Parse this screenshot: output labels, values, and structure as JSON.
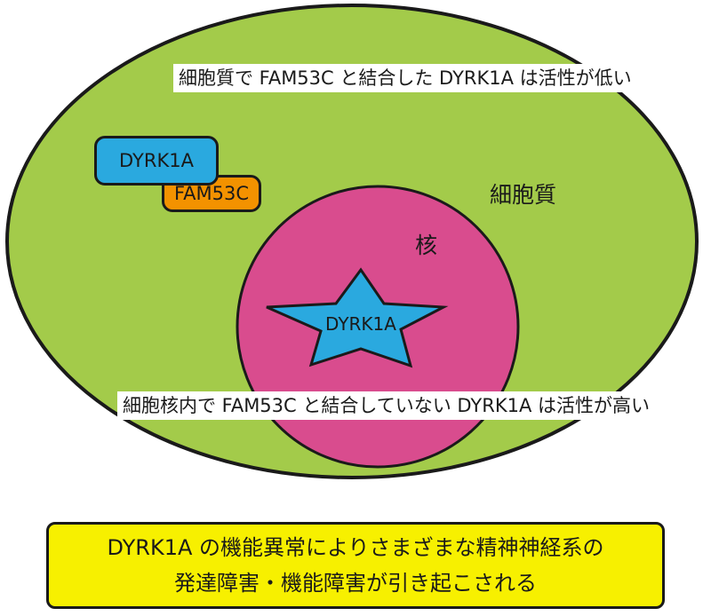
{
  "colors": {
    "cytoplasm": "#a3cb4a",
    "nucleus": "#d94c8e",
    "dyrk1a": "#2aa9df",
    "fam53c": "#f39200",
    "summary_bg": "#f7f000",
    "outline": "#1a1a1a"
  },
  "cytoplasm": {
    "region_label": "細胞質",
    "complex": {
      "dyrk1a_label": "DYRK1A",
      "fam53c_label": "FAM53C"
    },
    "note": "細胞質で FAM53C と結合した DYRK1A は活性が低い"
  },
  "nucleus": {
    "region_label": "核",
    "star_label": "DYRK1A",
    "note": "細胞核内で FAM53C と結合していない DYRK1A は活性が高い"
  },
  "summary": {
    "line1": "DYRK1A の機能異常によりさまざまな精神神経系の",
    "line2": "発達障害・機能障害が引き起こされる"
  }
}
